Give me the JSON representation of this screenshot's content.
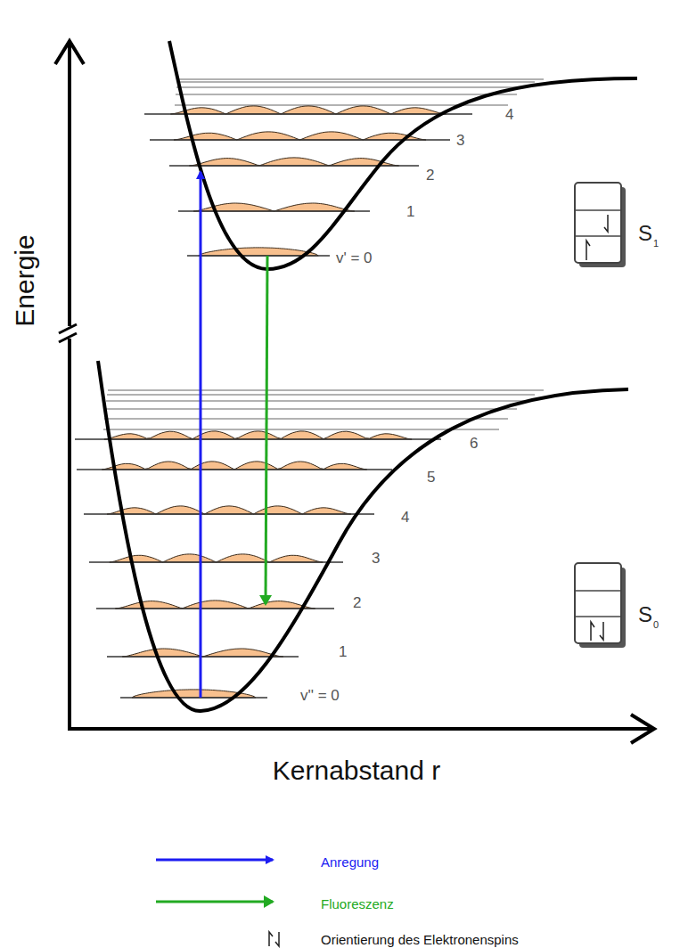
{
  "diagram": {
    "labels": [
      "Energie",
      "Kernabstand r",
      "4",
      "3",
      "2",
      "1",
      "v' = 0",
      "6",
      "5",
      "4",
      "3",
      "2",
      "1",
      "v'' = 0",
      "S",
      "1",
      "S",
      "0"
    ],
    "legend": [
      {
        "text": "Anregung"
      },
      {
        "text": "Fluoreszenz"
      },
      {
        "text": "Orientierung des Elektronenspins"
      }
    ]
  }
}
